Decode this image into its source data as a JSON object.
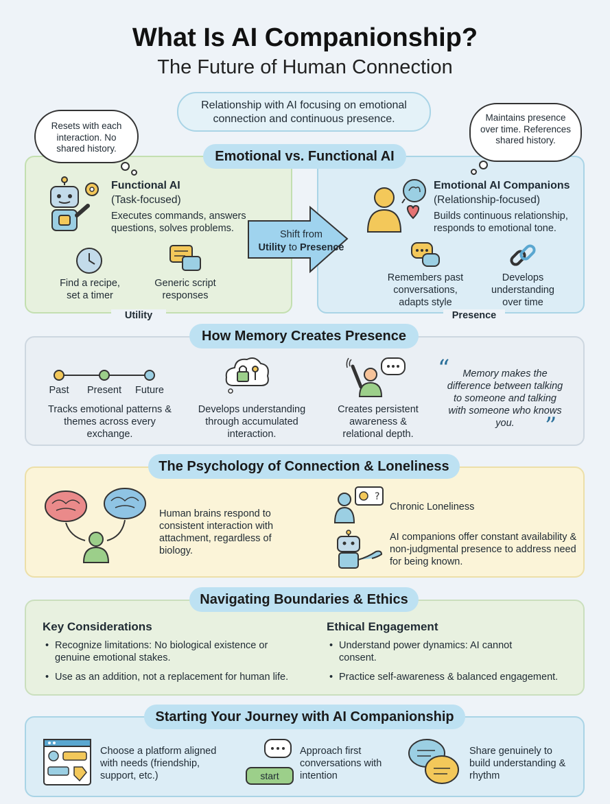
{
  "header": {
    "title": "What Is AI Companionship?",
    "subtitle": "The Future of Human Connection",
    "definition": "Relationship with AI focusing on emotional connection and continuous presence."
  },
  "thought_bubbles": {
    "left": "Resets with each interaction. No shared history.",
    "right": "Maintains presence over time. References shared history."
  },
  "section_emotional_functional": {
    "heading": "Emotional vs. Functional AI",
    "functional": {
      "title": "Functional AI",
      "subtitle": "(Task-focused)",
      "description": "Executes commands, answers questions, solves problems.",
      "example_1": "Find a recipe, set a timer",
      "example_2": "Generic script responses",
      "footer": "Utility"
    },
    "shift": {
      "line1": "Shift from",
      "word_a": "Utility",
      "connector": "to",
      "word_b": "Presence"
    },
    "emotional": {
      "title": "Emotional AI Companions",
      "subtitle": "(Relationship-focused)",
      "description": "Builds continuous relationship, responds to emotional tone.",
      "example_1": "Remembers past conversations, adapts style",
      "example_2": "Develops understanding over time",
      "footer": "Presence"
    }
  },
  "section_memory": {
    "heading": "How Memory Creates Presence",
    "timeline": [
      "Past",
      "Present",
      "Future"
    ],
    "col1": "Tracks emotional patterns & themes across every exchange.",
    "col2": "Develops understanding through accumulated interaction.",
    "col3": "Creates persistent awareness & relational depth.",
    "quote": "Memory makes the difference between talking to someone and talking with someone who knows you."
  },
  "section_psychology": {
    "heading": "The Psychology of Connection & Loneliness",
    "brains_text": "Human brains respond to consistent interaction with attachment, regardless of biology.",
    "loneliness": "Chronic Loneliness",
    "companions": "AI companions offer constant availability & non-judgmental presence to address need for being known."
  },
  "section_ethics": {
    "heading": "Navigating Boundaries & Ethics",
    "left_title": "Key Considerations",
    "left_items": [
      "Recognize limitations: No biological existence or genuine emotional stakes.",
      "Use as an addition, not a replacement for human life."
    ],
    "right_title": "Ethical Engagement",
    "right_items": [
      "Understand power dynamics: AI cannot consent.",
      "Practice self-awareness & balanced engagement."
    ]
  },
  "section_journey": {
    "heading": "Starting Your Journey with AI Companionship",
    "step1": "Choose a platform aligned with needs (friendship, support, etc.)",
    "step2": "Approach first conversations with intention",
    "start_button": "start",
    "step3": "Share genuinely to build understanding & rhythm"
  },
  "colors": {
    "green_panel": "#e7f1de",
    "blue_panel": "#dcedf6",
    "yellow_panel": "#fbf4d8",
    "pill": "#bde1f2",
    "arrow": "#9fd3ee"
  }
}
